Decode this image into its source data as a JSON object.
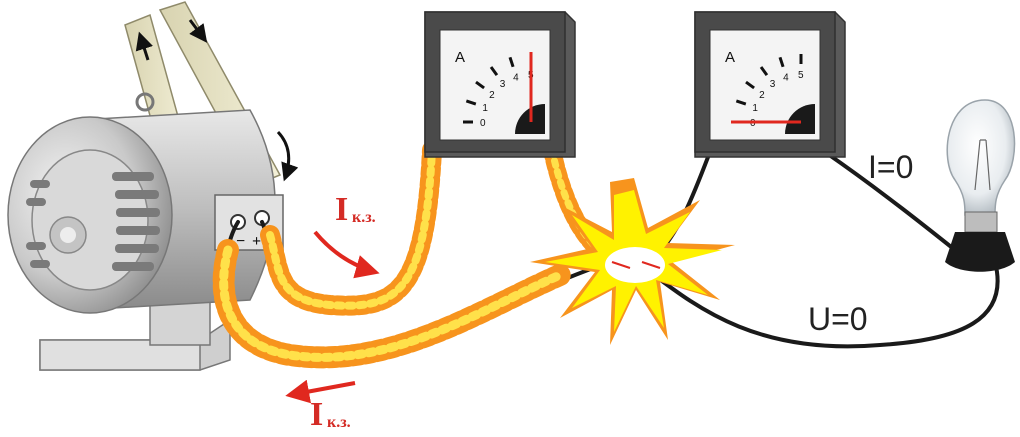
{
  "generator": {
    "terminal_plus": "+",
    "terminal_minus": "−"
  },
  "ammeter": {
    "unit": "A",
    "scale": [
      "0",
      "1",
      "2",
      "3",
      "4",
      "5"
    ],
    "reading_fraction": 1.0
  },
  "voltmeter": {
    "unit": "A",
    "scale": [
      "0",
      "1",
      "2",
      "3",
      "4",
      "5"
    ],
    "reading_fraction": 0.0
  },
  "labels": {
    "current_main": "I",
    "current_sub": "к.з.",
    "current_sub_lower": "к.з.",
    "lamp_current": "I=0",
    "voltage": "U=0"
  },
  "colors": {
    "wire": "#1a1a1a",
    "flame_outer": "#f7941d",
    "flame_inner": "#ffe14a",
    "arrow": "#e0281f",
    "meter_body": "#4a4a4a",
    "spark": "#fff200",
    "spark_edge": "#f7941d"
  }
}
